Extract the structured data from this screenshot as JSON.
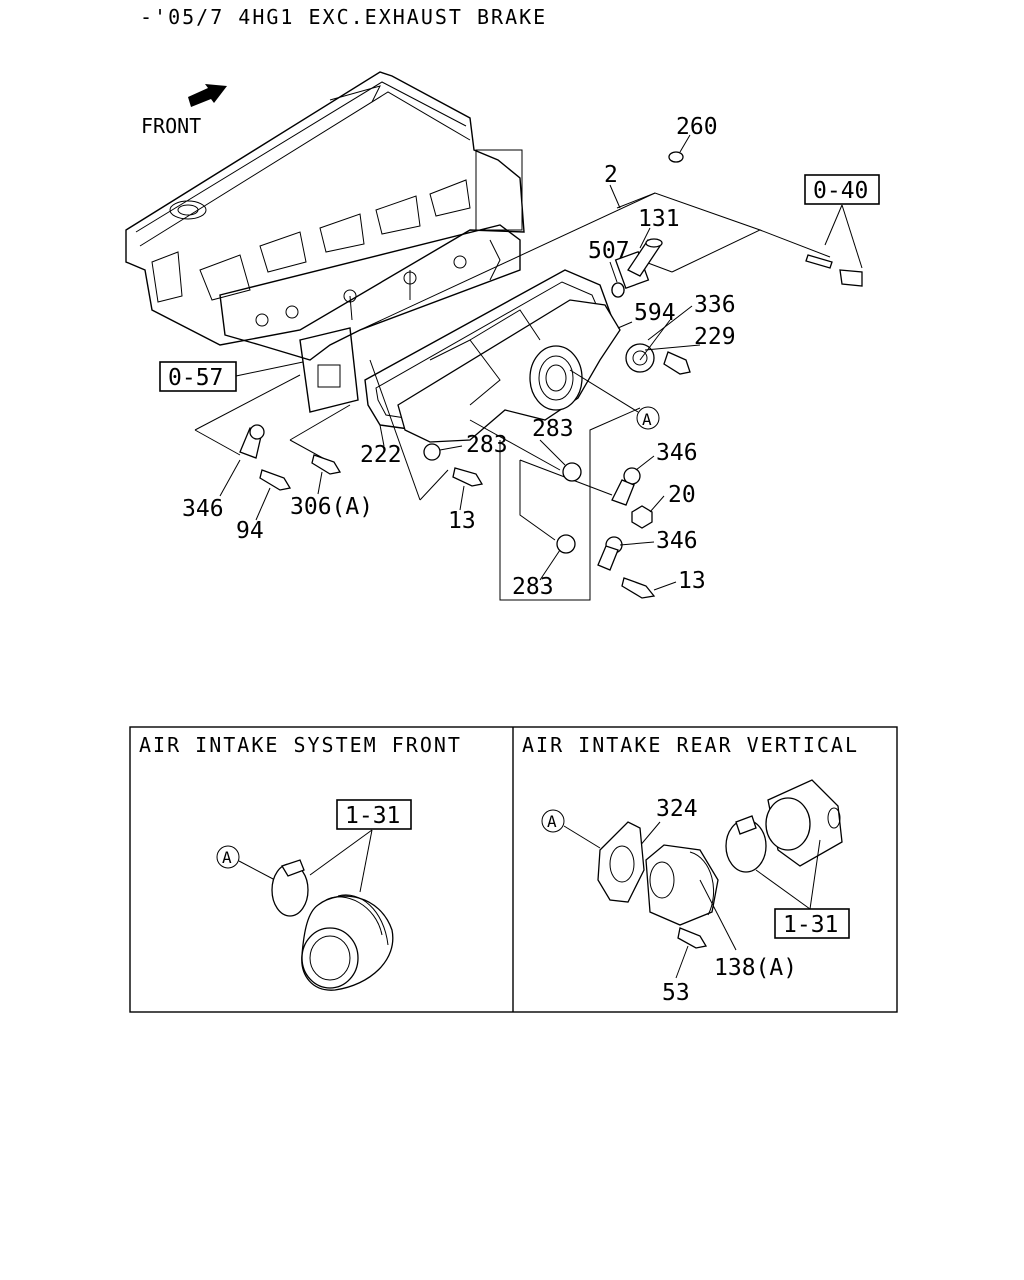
{
  "header": {
    "title": "-'05/7 4HG1 EXC.EXHAUST BRAKE"
  },
  "main": {
    "front_label": "FRONT",
    "callouts": {
      "c260": "260",
      "c2": "2",
      "c131": "131",
      "c507": "507",
      "c594": "594",
      "c336": "336",
      "c229": "229",
      "c283a": "283",
      "c283b": "283",
      "c283c": "283",
      "c346a": "346",
      "c346b": "346",
      "c346c": "346",
      "c20": "20",
      "c13a": "13",
      "c13b": "13",
      "c222": "222",
      "c94": "94",
      "c306": "306(A)"
    },
    "ref_boxes": {
      "r040": "0-40",
      "r057": "0-57"
    },
    "marker_a": "A"
  },
  "panels": {
    "left": {
      "title": "AIR INTAKE SYSTEM FRONT",
      "ref": "1-31",
      "marker": "A"
    },
    "right": {
      "title": "AIR INTAKE REAR VERTICAL",
      "ref": "1-31",
      "marker": "A",
      "c324": "324",
      "c138": "138(A)",
      "c53": "53"
    }
  }
}
